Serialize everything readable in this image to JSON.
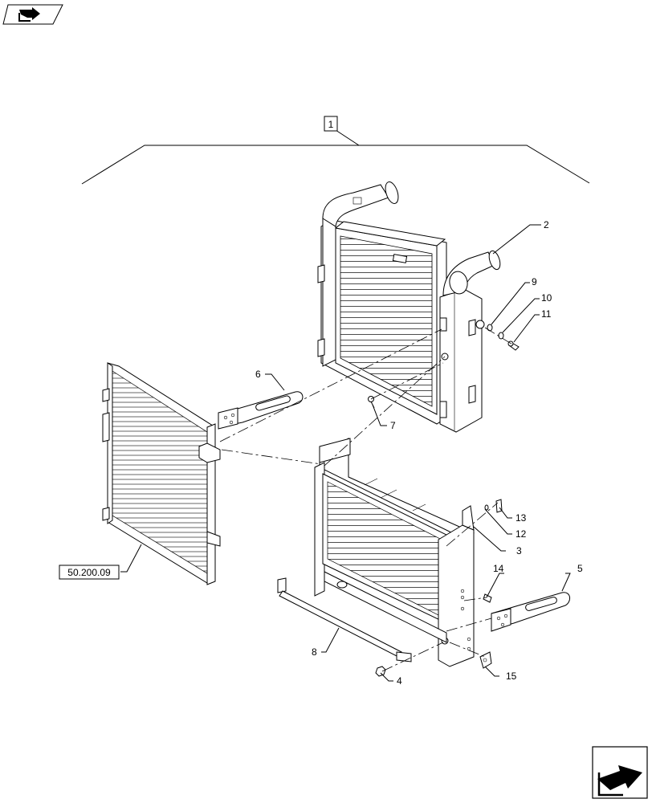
{
  "nav": {
    "prev_icon": "back-arrow-icon",
    "next_icon": "next-arrow-icon"
  },
  "assembly_ref": "1",
  "external_ref": "50.200.09",
  "callouts": {
    "c2": "2",
    "c3": "3",
    "c4": "4",
    "c5": "5",
    "c6": "6",
    "c7": "7",
    "c8": "8",
    "c9": "9",
    "c10": "10",
    "c11": "11",
    "c12": "12",
    "c13": "13",
    "c14": "14",
    "c15": "15"
  }
}
